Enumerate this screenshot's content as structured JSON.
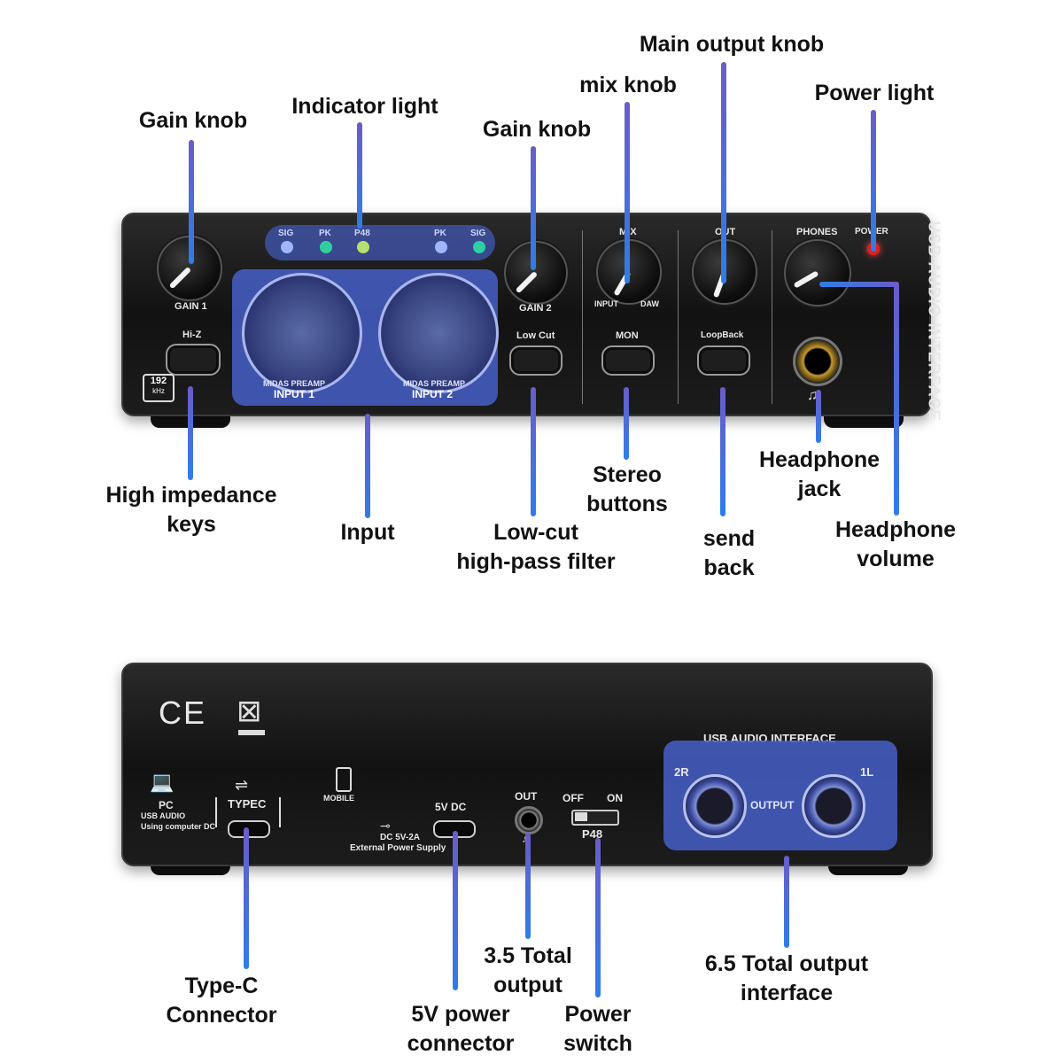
{
  "front_panel": {
    "gain1_label": "GAIN 1",
    "gain2_label": "GAIN 2",
    "hiz_label": "Hi-Z",
    "rate_badge_top": "192",
    "rate_badge_bottom": "kHz",
    "led_labels": [
      "SIG",
      "PK",
      "P48",
      "PK",
      "SIG"
    ],
    "preamp_text": "MIDAS PREAMP",
    "input1": "INPUT 1",
    "input2": "INPUT 2",
    "lowcut": "Low Cut",
    "mix": "MIX",
    "mix_left": "INPUT",
    "mix_right": "DAW",
    "mon": "MON",
    "out": "OUT",
    "loopback": "LoopBack",
    "phones": "PHONES",
    "power": "POWER",
    "side_text": "USB AUDIO INTERFACE"
  },
  "back_panel": {
    "title": "USB AUDIO INTERFACE",
    "ce": "CE",
    "pc": "PC",
    "pc_sub1": "USB AUDIO",
    "pc_sub2": "Using computer DC",
    "typec": "TYPEC",
    "mobile": "MOBILE",
    "dc_label": "DC 5V-2A",
    "ext_supply": "External Power Supply",
    "five_v_dc": "5V DC",
    "out": "OUT",
    "off": "OFF",
    "on": "ON",
    "p48": "P48",
    "ch_2r": "2R",
    "ch_1l": "1L",
    "output": "OUTPUT"
  },
  "callouts": {
    "gain_knob_1": "Gain knob",
    "indicator_light": "Indicator light",
    "gain_knob_2": "Gain knob",
    "mix_knob": "mix knob",
    "main_output_knob": "Main output knob",
    "power_light": "Power light",
    "high_impedance_keys": [
      "High impedance",
      "keys"
    ],
    "input": "Input",
    "low_cut": [
      "Low-cut",
      "high-pass filter"
    ],
    "stereo_buttons": [
      "Stereo",
      "buttons"
    ],
    "send_back": [
      "send",
      "back"
    ],
    "headphone_jack": [
      "Headphone",
      "jack"
    ],
    "headphone_volume": [
      "Headphone",
      "volume"
    ],
    "type_c": [
      "Type-C",
      "Connector"
    ],
    "five_v_power": [
      "5V power",
      "connector"
    ],
    "total_output_35": [
      "3.5 Total",
      "output"
    ],
    "power_switch": [
      "Power",
      "switch"
    ],
    "total_output_65": [
      "6.5 Total output",
      "interface"
    ]
  },
  "colors": {
    "callout_line_top": "#6a5cc8",
    "callout_line_bottom": "#2f7de8",
    "panel_glow": "#465fc8",
    "power_led": "#e02020",
    "green_led": "#2fd0a0"
  }
}
